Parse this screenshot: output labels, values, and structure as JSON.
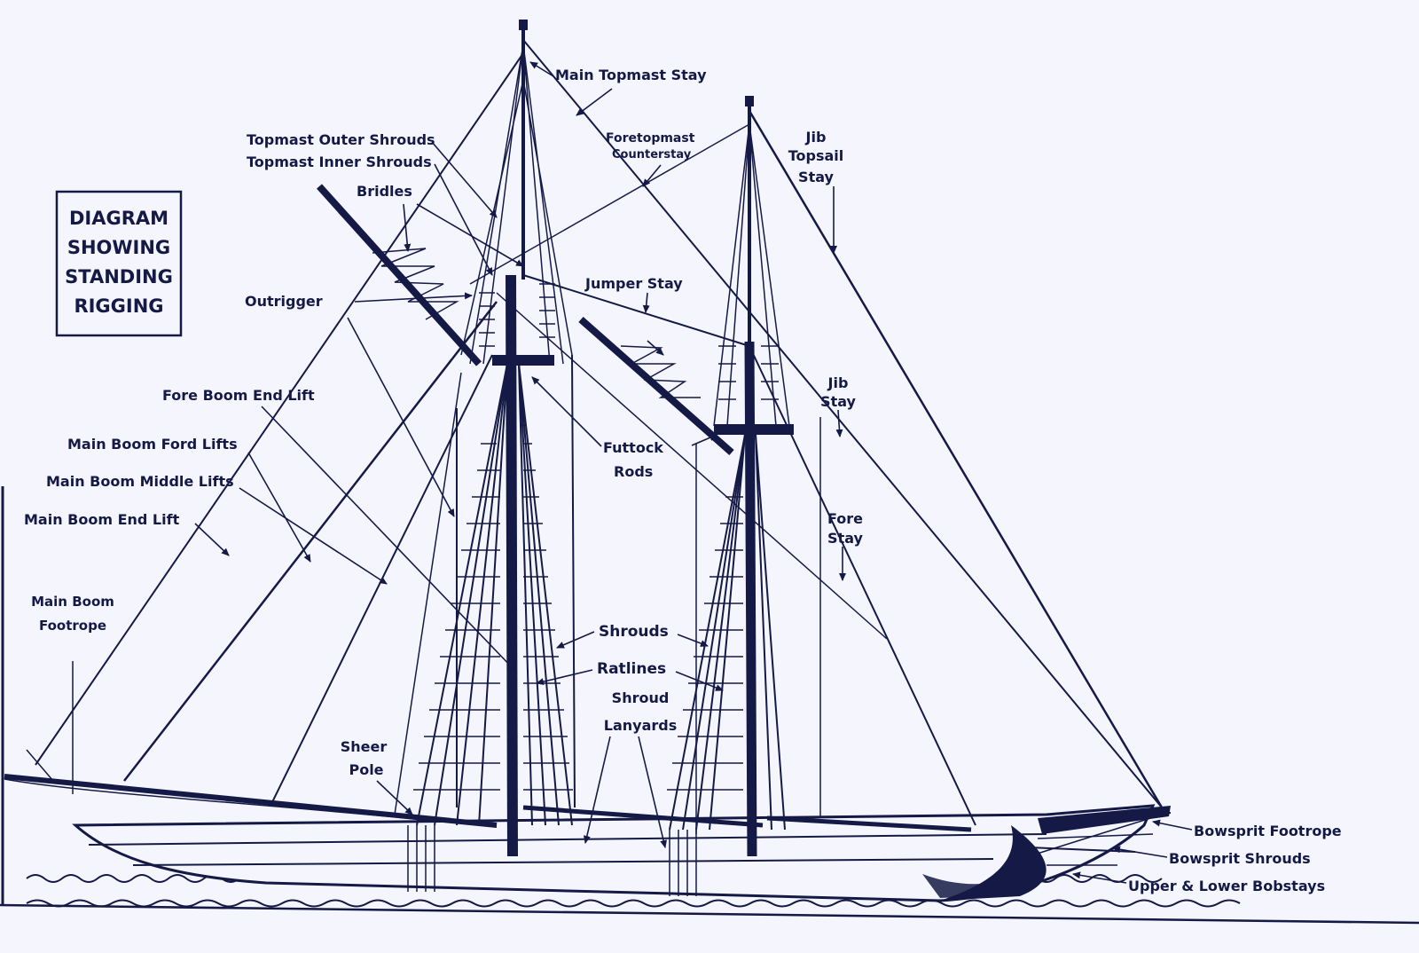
{
  "diagram": {
    "title_lines": [
      "DIAGRAM",
      "SHOWING",
      "STANDING",
      "RIGGING"
    ],
    "labels": {
      "main_topmast_stay": "Main Topmast Stay",
      "topmast_outer_shrouds": "Topmast Outer Shrouds",
      "topmast_inner_shrouds": "Topmast Inner Shrouds",
      "bridles": "Bridles",
      "foretopmast_counterstay": [
        "Foretopmast",
        "Counterstay"
      ],
      "jib_topsail_stay": [
        "Jib",
        "Topsail",
        "Stay"
      ],
      "outrigger": "Outrigger",
      "jumper_stay": "Jumper Stay",
      "fore_boom_end_lift": "Fore Boom End Lift",
      "futtock_rods": [
        "Futtock",
        "Rods"
      ],
      "jib_stay": [
        "Jib",
        "Stay"
      ],
      "main_boom_ford_lifts": "Main Boom Ford Lifts",
      "main_boom_middle_lifts": "Main Boom Middle Lifts",
      "main_boom_end_lift": "Main Boom End Lift",
      "fore_stay": [
        "Fore",
        "Stay"
      ],
      "main_boom_footrope": [
        "Main Boom",
        "Footrope"
      ],
      "shrouds": "Shrouds",
      "ratlines": "Ratlines",
      "shroud_lanyards": [
        "Shroud",
        "Lanyards"
      ],
      "sheer_pole": [
        "Sheer",
        "Pole"
      ],
      "bowsprit_footrope": "Bowsprit Footrope",
      "bowsprit_shrouds": "Bowsprit Shrouds",
      "upper_lower_bobstays": "Upper & Lower Bobstays"
    }
  },
  "colors": {
    "ink": "#141a45",
    "paper": "#f4f5fd"
  }
}
